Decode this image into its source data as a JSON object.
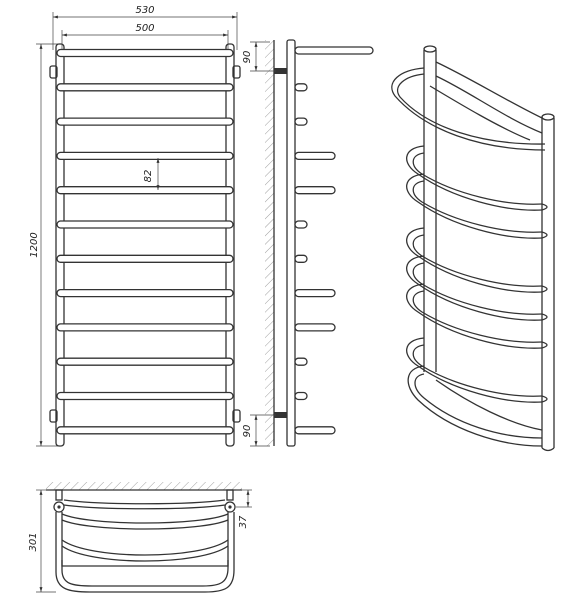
{
  "front_view": {
    "dim_overall_width": "530",
    "dim_inner_width": "500",
    "dim_height": "1200",
    "dim_rung_spacing": "82",
    "rung_count": 12
  },
  "side_view": {
    "dim_top_offset": "90",
    "dim_bottom_offset": "90"
  },
  "top_view": {
    "dim_depth": "301",
    "dim_mount": "37"
  }
}
